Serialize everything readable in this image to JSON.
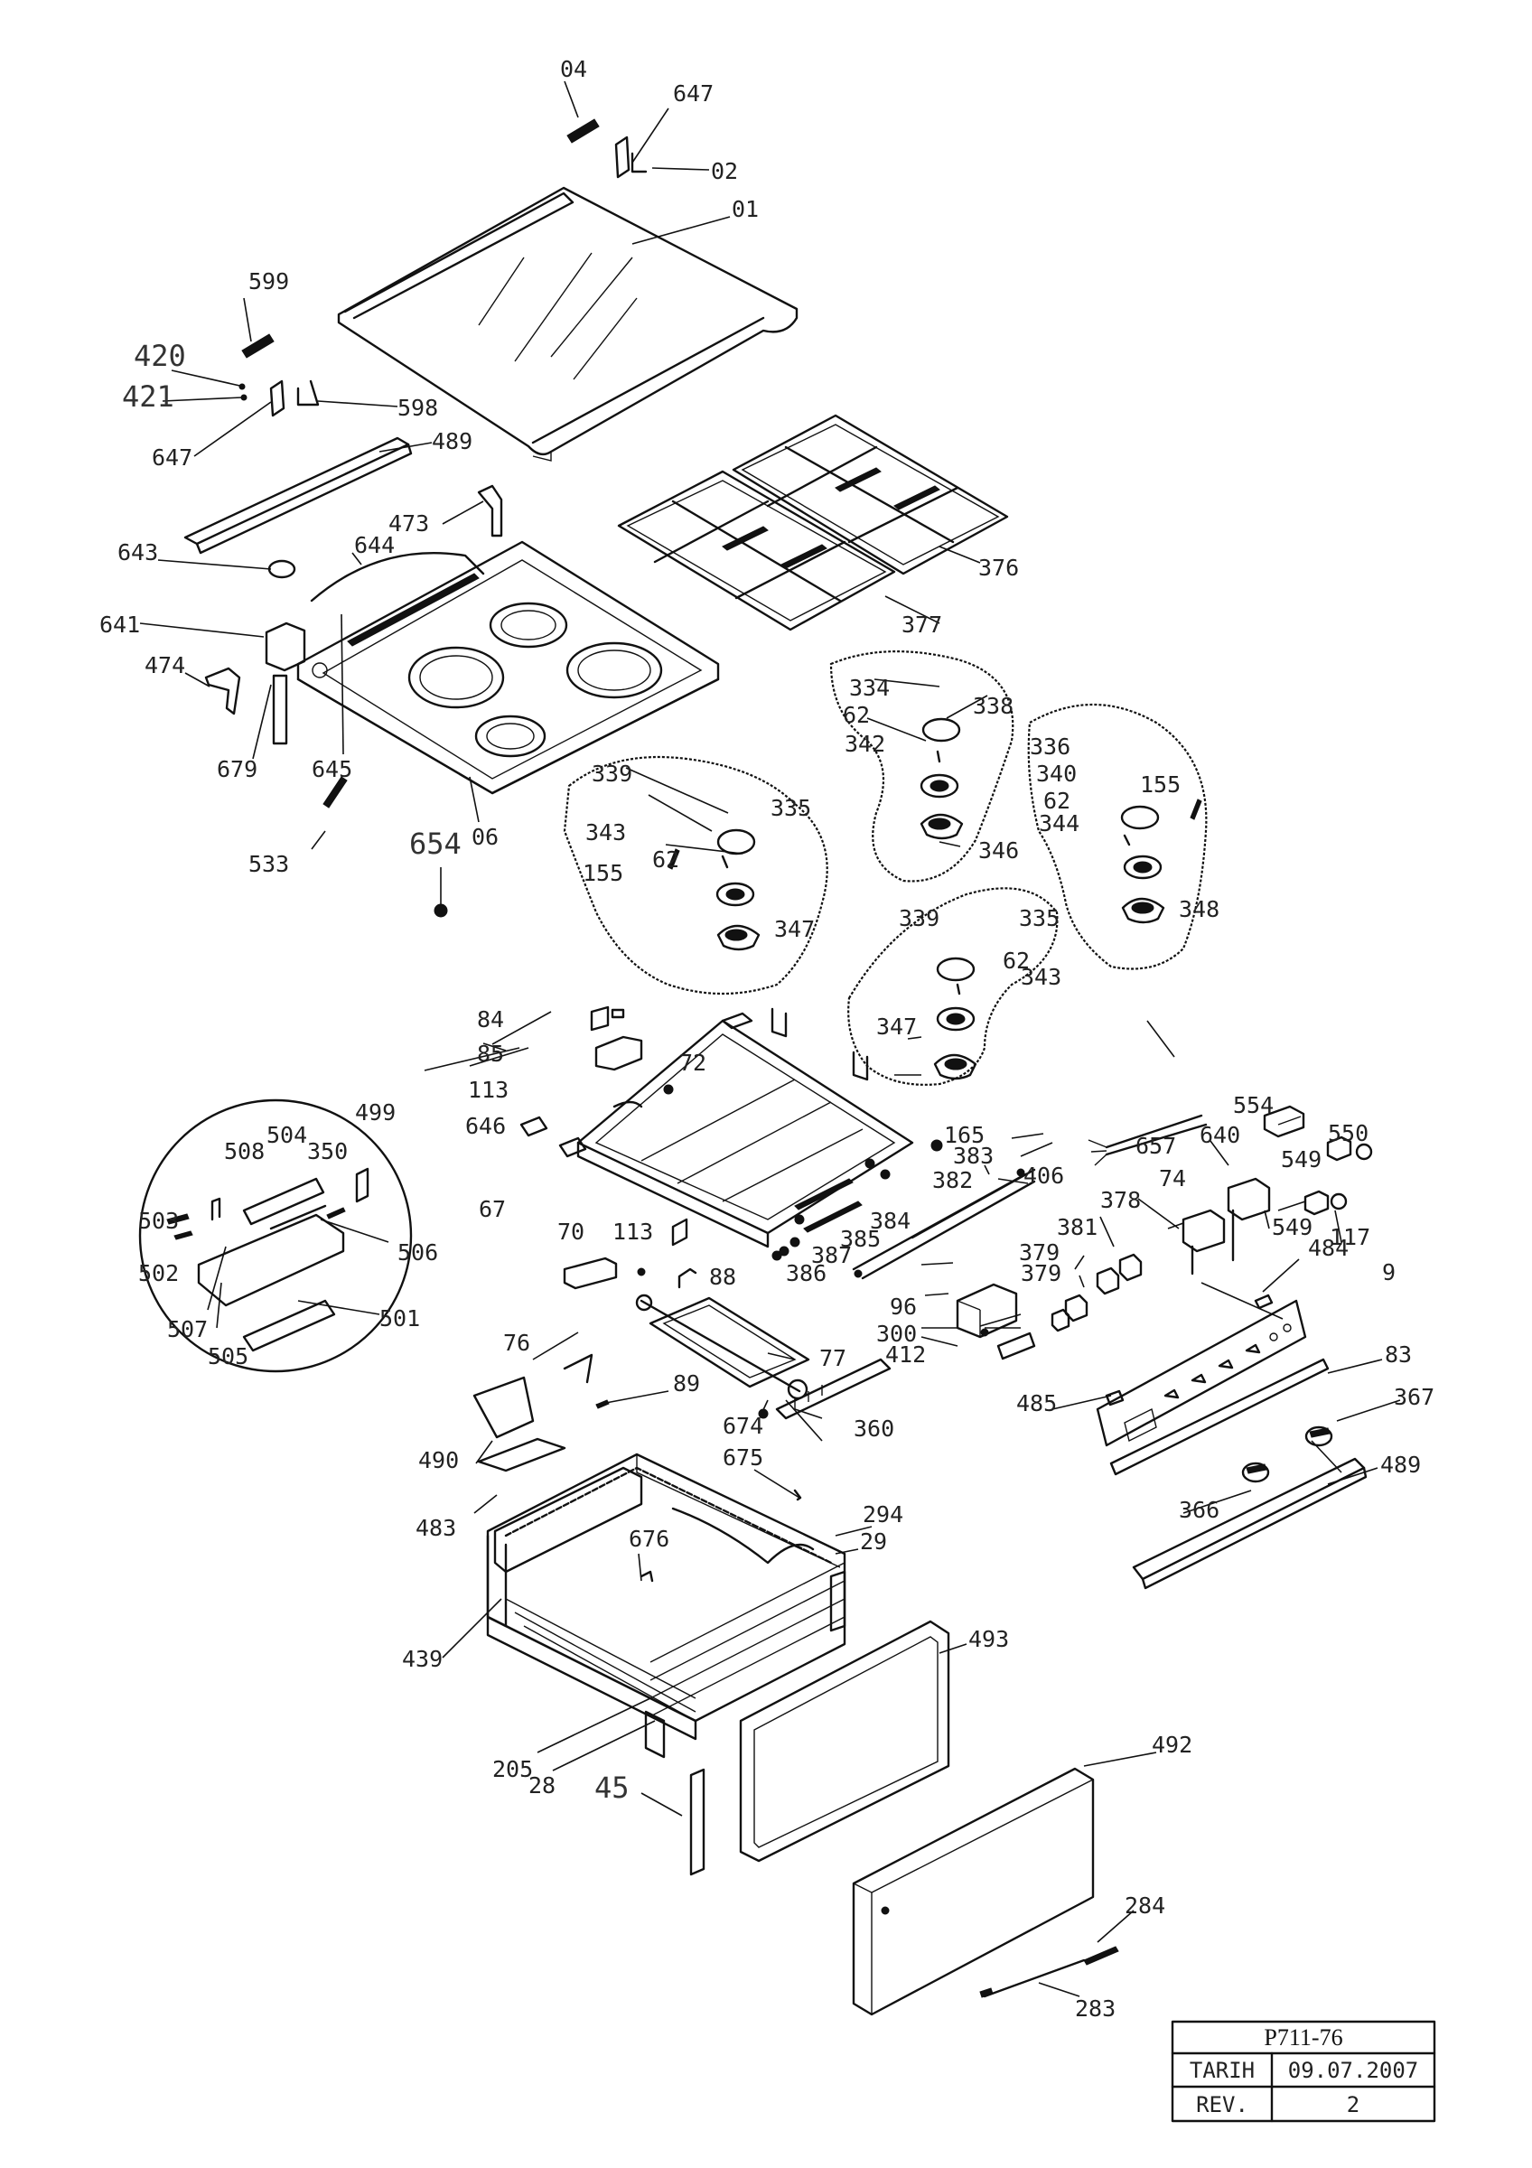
{
  "title_block": {
    "code": "P711-76",
    "date_label": "TARIH",
    "date_value": "09.07.2007",
    "rev_label": "REV.",
    "rev_value": "2"
  },
  "labels": [
    {
      "id": "l04",
      "text": "04"
    },
    {
      "id": "l647a",
      "text": "647"
    },
    {
      "id": "l02",
      "text": "02"
    },
    {
      "id": "l01",
      "text": "01"
    },
    {
      "id": "l599",
      "text": "599"
    },
    {
      "id": "l420",
      "text": "420"
    },
    {
      "id": "l421",
      "text": "421"
    },
    {
      "id": "l598",
      "text": "598"
    },
    {
      "id": "l647b",
      "text": "647"
    },
    {
      "id": "l489a",
      "text": "489"
    },
    {
      "id": "l473",
      "text": "473"
    },
    {
      "id": "l643",
      "text": "643"
    },
    {
      "id": "l644",
      "text": "644"
    },
    {
      "id": "l641",
      "text": "641"
    },
    {
      "id": "l474",
      "text": "474"
    },
    {
      "id": "l679",
      "text": "679"
    },
    {
      "id": "l645",
      "text": "645"
    },
    {
      "id": "l06",
      "text": "06"
    },
    {
      "id": "l376",
      "text": "376"
    },
    {
      "id": "l377",
      "text": "377"
    },
    {
      "id": "l533",
      "text": "533"
    },
    {
      "id": "l654",
      "text": "654"
    },
    {
      "id": "l334",
      "text": "334"
    },
    {
      "id": "l338",
      "text": "338"
    },
    {
      "id": "l62a",
      "text": "62"
    },
    {
      "id": "l342",
      "text": "342"
    },
    {
      "id": "l346",
      "text": "346"
    },
    {
      "id": "l339a",
      "text": "339"
    },
    {
      "id": "l335a",
      "text": "335"
    },
    {
      "id": "l343a",
      "text": "343"
    },
    {
      "id": "l62b",
      "text": "62"
    },
    {
      "id": "l155a",
      "text": "155"
    },
    {
      "id": "l347a",
      "text": "347"
    },
    {
      "id": "l336",
      "text": "336"
    },
    {
      "id": "l340",
      "text": "340"
    },
    {
      "id": "l155b",
      "text": "155"
    },
    {
      "id": "l62c",
      "text": "62"
    },
    {
      "id": "l344",
      "text": "344"
    },
    {
      "id": "l348",
      "text": "348"
    },
    {
      "id": "l339b",
      "text": "339"
    },
    {
      "id": "l335b",
      "text": "335"
    },
    {
      "id": "l62d",
      "text": "62"
    },
    {
      "id": "l343b",
      "text": "343"
    },
    {
      "id": "l347b",
      "text": "347"
    },
    {
      "id": "l84",
      "text": "84"
    },
    {
      "id": "l85",
      "text": "85"
    },
    {
      "id": "l72",
      "text": "72"
    },
    {
      "id": "l113a",
      "text": "113"
    },
    {
      "id": "l646",
      "text": "646"
    },
    {
      "id": "l499",
      "text": "499"
    },
    {
      "id": "l508",
      "text": "508"
    },
    {
      "id": "l504",
      "text": "504"
    },
    {
      "id": "l350",
      "text": "350"
    },
    {
      "id": "l503",
      "text": "503"
    },
    {
      "id": "l502",
      "text": "502"
    },
    {
      "id": "l506",
      "text": "506"
    },
    {
      "id": "l507",
      "text": "507"
    },
    {
      "id": "l505",
      "text": "505"
    },
    {
      "id": "l501",
      "text": "501"
    },
    {
      "id": "l67",
      "text": "67"
    },
    {
      "id": "l70",
      "text": "70"
    },
    {
      "id": "l113b",
      "text": "113"
    },
    {
      "id": "l88",
      "text": "88"
    },
    {
      "id": "l165",
      "text": "165"
    },
    {
      "id": "l383",
      "text": "383"
    },
    {
      "id": "l382",
      "text": "382"
    },
    {
      "id": "l384",
      "text": "384"
    },
    {
      "id": "l385",
      "text": "385"
    },
    {
      "id": "l387",
      "text": "387"
    },
    {
      "id": "l386",
      "text": "386"
    },
    {
      "id": "l406",
      "text": "406"
    },
    {
      "id": "l554",
      "text": "554"
    },
    {
      "id": "l550",
      "text": "550"
    },
    {
      "id": "l549a",
      "text": "549"
    },
    {
      "id": "l657",
      "text": "657"
    },
    {
      "id": "l640",
      "text": "640"
    },
    {
      "id": "l74",
      "text": "74"
    },
    {
      "id": "l378",
      "text": "378"
    },
    {
      "id": "l381",
      "text": "381"
    },
    {
      "id": "l379a",
      "text": "379"
    },
    {
      "id": "l379b",
      "text": "379"
    },
    {
      "id": "l549b",
      "text": "549"
    },
    {
      "id": "l117",
      "text": "117"
    },
    {
      "id": "l484",
      "text": "484"
    },
    {
      "id": "l9",
      "text": "9"
    },
    {
      "id": "l96",
      "text": "96"
    },
    {
      "id": "l300",
      "text": "300"
    },
    {
      "id": "l412",
      "text": "412"
    },
    {
      "id": "l76",
      "text": "76"
    },
    {
      "id": "l77",
      "text": "77"
    },
    {
      "id": "l89",
      "text": "89"
    },
    {
      "id": "l674",
      "text": "674"
    },
    {
      "id": "l360",
      "text": "360"
    },
    {
      "id": "l485",
      "text": "485"
    },
    {
      "id": "l83",
      "text": "83"
    },
    {
      "id": "l367",
      "text": "367"
    },
    {
      "id": "l366",
      "text": "366"
    },
    {
      "id": "l489b",
      "text": "489"
    },
    {
      "id": "l490",
      "text": "490"
    },
    {
      "id": "l483",
      "text": "483"
    },
    {
      "id": "l675",
      "text": "675"
    },
    {
      "id": "l294",
      "text": "294"
    },
    {
      "id": "l29",
      "text": "29"
    },
    {
      "id": "l676",
      "text": "676"
    },
    {
      "id": "l439",
      "text": "439"
    },
    {
      "id": "l493",
      "text": "493"
    },
    {
      "id": "l205",
      "text": "205"
    },
    {
      "id": "l28",
      "text": "28"
    },
    {
      "id": "l45",
      "text": "45"
    },
    {
      "id": "l492",
      "text": "492"
    },
    {
      "id": "l284",
      "text": "284"
    },
    {
      "id": "l283",
      "text": "283"
    }
  ]
}
